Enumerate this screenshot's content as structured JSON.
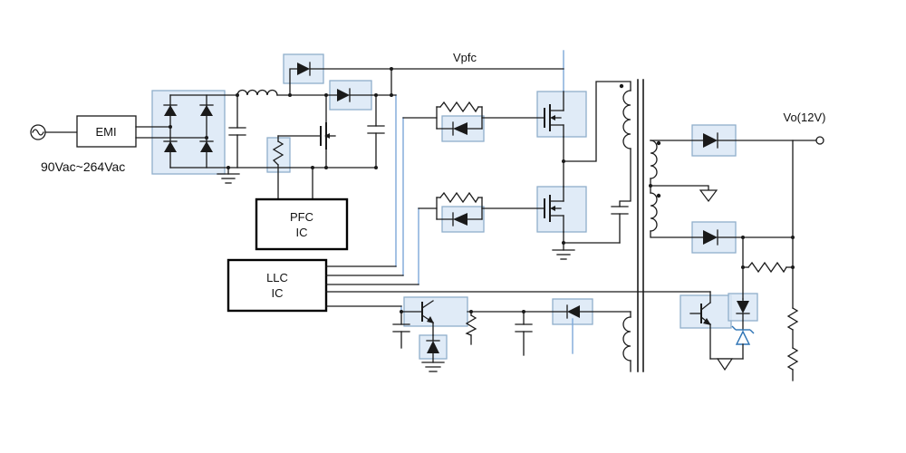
{
  "diagram": {
    "labels": {
      "emi_block": "EMI",
      "input_range": "90Vac~264Vac",
      "pfc_rail": "Vpfc",
      "pfc_ic_line1": "PFC",
      "pfc_ic_line2": "IC",
      "llc_ic_line1": "LLC",
      "llc_ic_line2": "IC",
      "output": "Vo(12V)"
    },
    "colors": {
      "wire": "#1a1a1a",
      "accent_wire": "#7da7d9",
      "highlight_fill": "#dbe8f6",
      "highlight_border": "#8faecb",
      "background": "#ffffff"
    }
  }
}
